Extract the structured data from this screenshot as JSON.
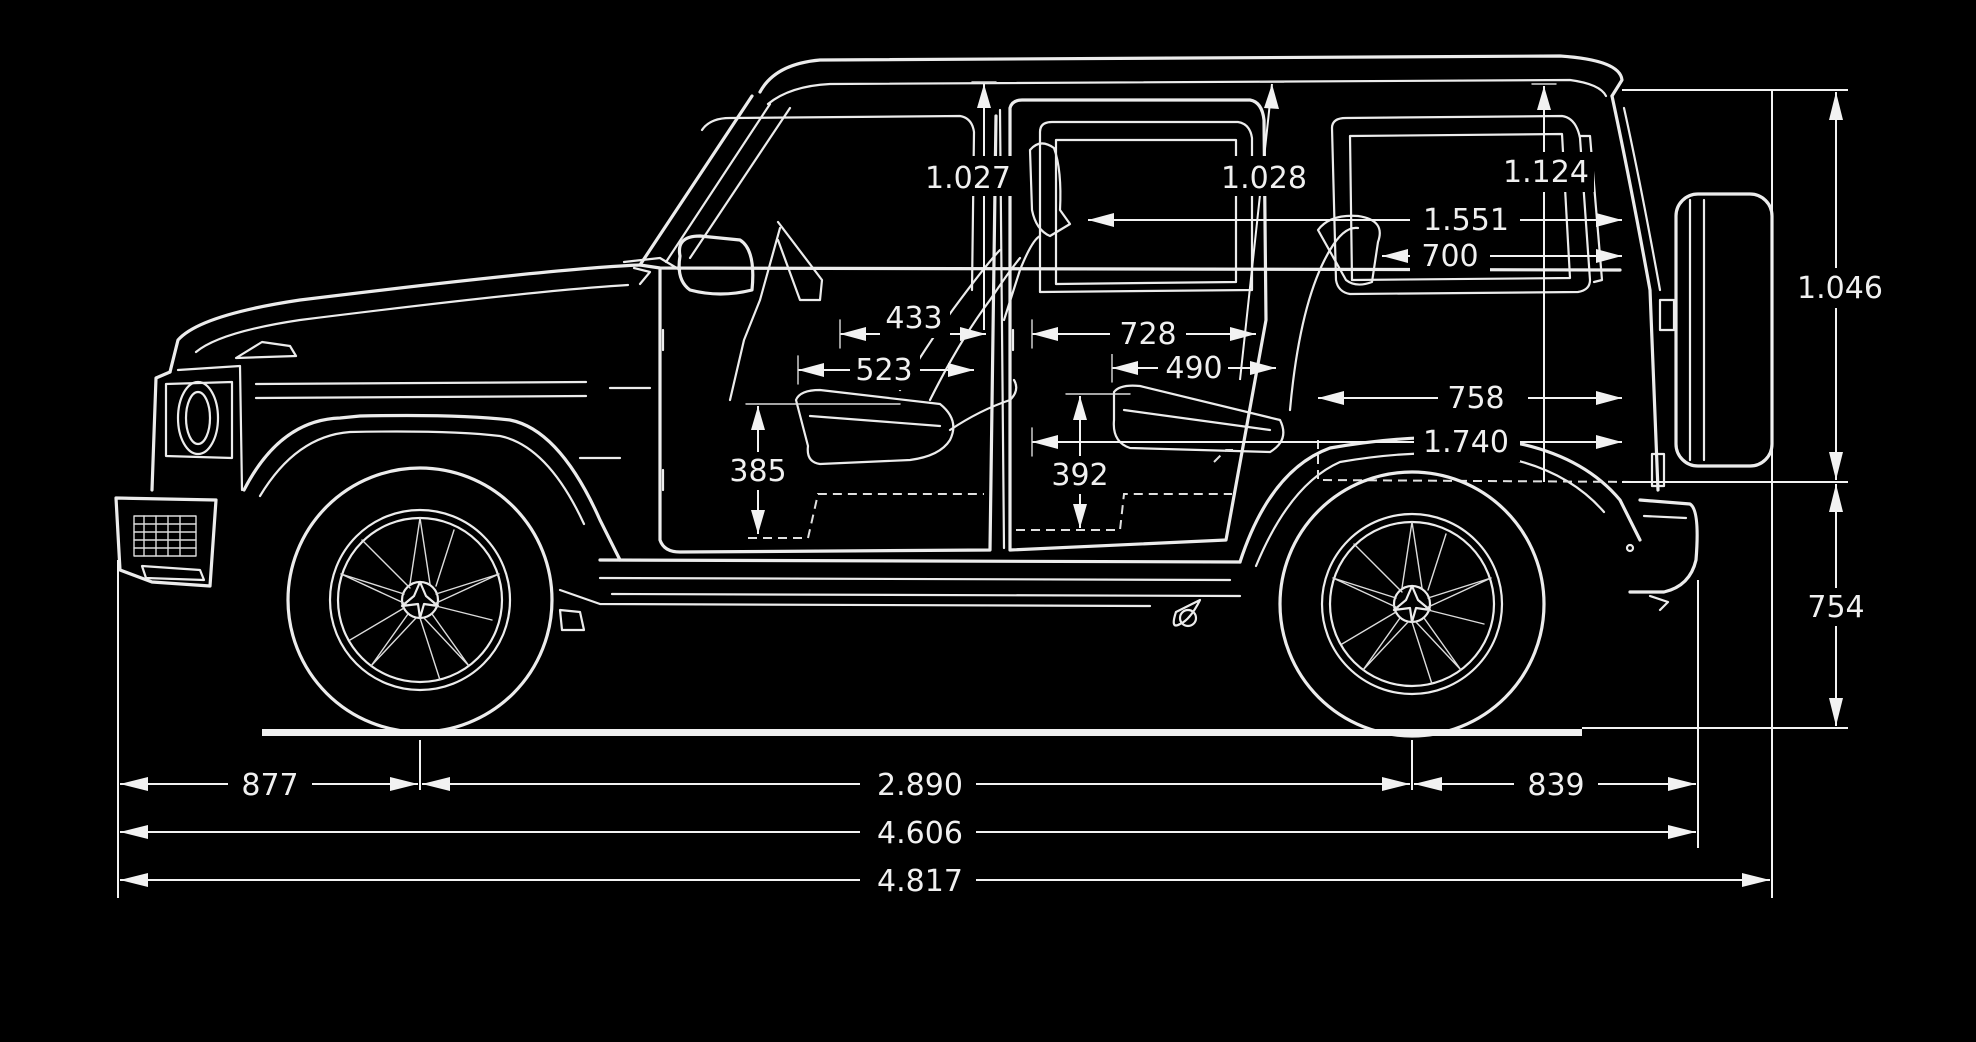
{
  "colors": {
    "background": "#000000",
    "line": "#ececec"
  },
  "dimensions": {
    "d1027": "1.027",
    "d1028": "1.028",
    "d1124": "1.124",
    "d1551": "1.551",
    "d700": "700",
    "d1046": "1.046",
    "d433": "433",
    "d728": "728",
    "d523": "523",
    "d490": "490",
    "d758": "758",
    "d1740": "1.740",
    "d385": "385",
    "d392": "392",
    "d754": "754",
    "d877": "877",
    "d2890": "2.890",
    "d839": "839",
    "d4606": "4.606",
    "d4817": "4.817"
  }
}
